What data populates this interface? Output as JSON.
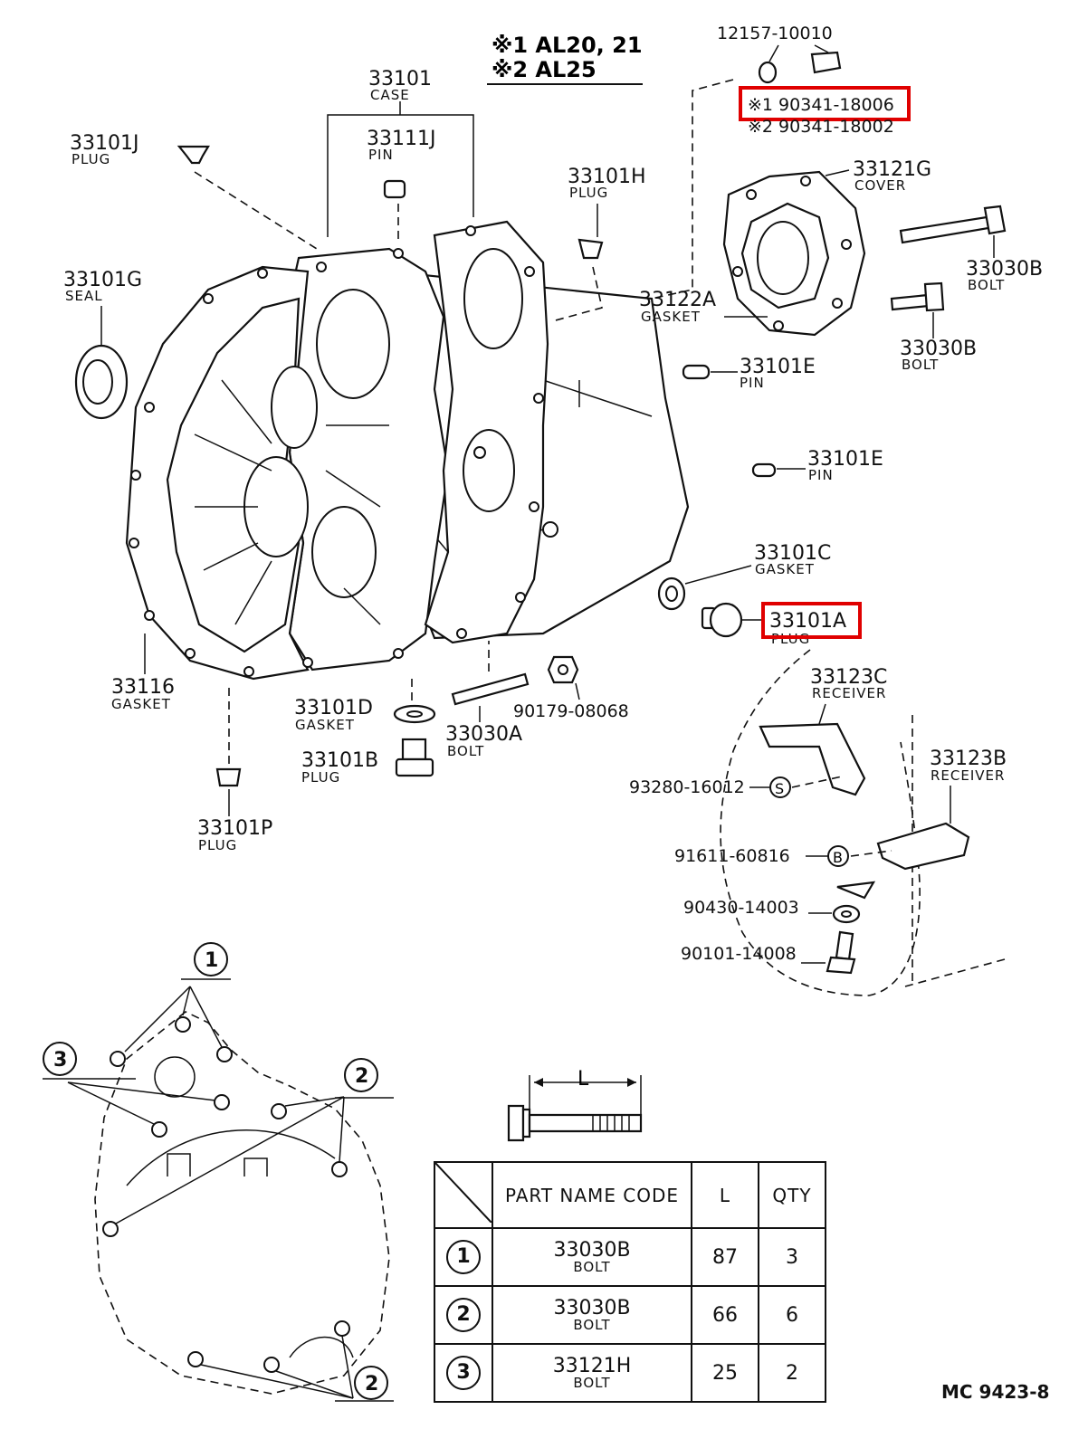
{
  "variant_notes": {
    "note1": "※1 AL20, 21",
    "note2": "※2 AL25"
  },
  "parts": {
    "p12157": {
      "code": "12157-10010"
    },
    "p90341_1": {
      "code": "※1 90341-18006",
      "highlighted": true
    },
    "p90341_2": {
      "code": "※2 90341-18002"
    },
    "p33101": {
      "code": "33101",
      "name": "CASE"
    },
    "p33111J": {
      "code": "33111J",
      "name": "PIN"
    },
    "p33101J": {
      "code": "33101J",
      "name": "PLUG"
    },
    "p33101H": {
      "code": "33101H",
      "name": "PLUG"
    },
    "p33121G": {
      "code": "33121G",
      "name": "COVER"
    },
    "p33030B_a": {
      "code": "33030B",
      "name": "BOLT"
    },
    "p33030B_b": {
      "code": "33030B",
      "name": "BOLT"
    },
    "p33122A": {
      "code": "33122A",
      "name": "GASKET"
    },
    "p33101G": {
      "code": "33101G",
      "name": "SEAL"
    },
    "p33101E_a": {
      "code": "33101E",
      "name": "PIN"
    },
    "p33101E_b": {
      "code": "33101E",
      "name": "PIN"
    },
    "p33101C": {
      "code": "33101C",
      "name": "GASKET"
    },
    "p33101A": {
      "code": "33101A",
      "name": "PLUG",
      "highlighted": true
    },
    "p33116": {
      "code": "33116",
      "name": "GASKET"
    },
    "p33101D": {
      "code": "33101D",
      "name": "GASKET"
    },
    "p33030A": {
      "code": "33030A",
      "name": "BOLT"
    },
    "p90179": {
      "code": "90179-08068"
    },
    "p33101B": {
      "code": "33101B",
      "name": "PLUG"
    },
    "p33101P": {
      "code": "33101P",
      "name": "PLUG"
    },
    "p33123C": {
      "code": "33123C",
      "name": "RECEIVER"
    },
    "p33123B": {
      "code": "33123B",
      "name": "RECEIVER"
    },
    "p93280": {
      "code": "93280-16012",
      "symbol": "S"
    },
    "p91611": {
      "code": "91611-60816",
      "symbol": "B"
    },
    "p90430": {
      "code": "90430-14003"
    },
    "p90101": {
      "code": "90101-14008"
    }
  },
  "bolt_pattern": {
    "markers": [
      "1",
      "2",
      "3",
      "2"
    ]
  },
  "bolt_length_label": "L",
  "table": {
    "headers": {
      "name_code": "PART NAME CODE",
      "length": "L",
      "qty": "QTY"
    },
    "rows": [
      {
        "index": "1",
        "code": "33030B",
        "name": "BOLT",
        "length": "87",
        "qty": "3"
      },
      {
        "index": "2",
        "code": "33030B",
        "name": "BOLT",
        "length": "66",
        "qty": "6"
      },
      {
        "index": "3",
        "code": "33121H",
        "name": "BOLT",
        "length": "25",
        "qty": "2"
      }
    ]
  },
  "footer": {
    "reference": "MC 9423-8"
  },
  "colors": {
    "highlight": "#e00000",
    "line": "#111111"
  }
}
